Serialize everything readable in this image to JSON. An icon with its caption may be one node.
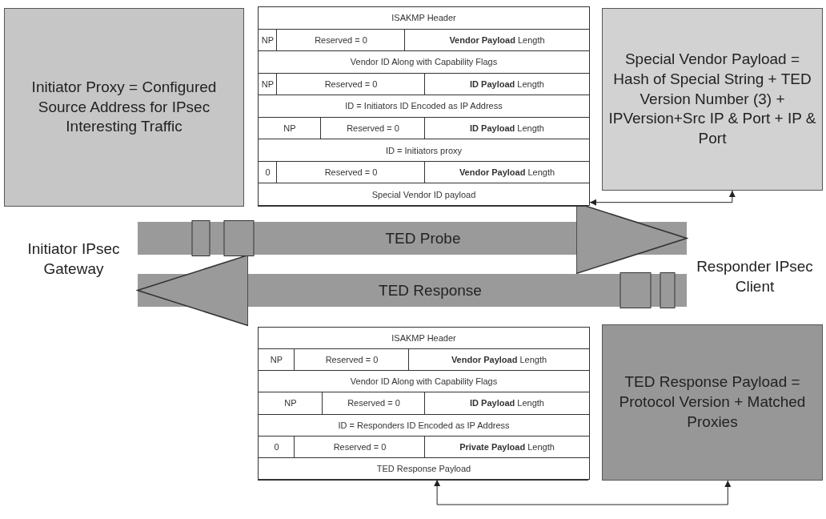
{
  "diagram": {
    "nodes": [
      {
        "text": [
          "Initiator Proxy = Configured Source Address for IPsec Interesting Traffic"
        ]
      },
      {
        "text": [],
        "shape": "box"
      },
      {
        "text": [
          "ISAKMP Header"
        ],
        "in": 1
      },
      {
        "text": [
          "NP"
        ],
        "in": 1
      },
      {
        "text": [
          "Reserved = 0"
        ],
        "in": 1
      },
      {
        "text": [
          "**Vendor Payload** Length"
        ],
        "in": 1
      },
      {
        "text": [
          "Vendor ID Along with Capability Flags"
        ],
        "in": 1
      },
      {
        "text": [
          "NP"
        ],
        "in": 1
      },
      {
        "text": [
          "Reserved = 0"
        ],
        "in": 1
      },
      {
        "text": [
          "**ID  Payload** Length"
        ],
        "in": 1
      },
      {
        "text": [
          "ID = Initiators ID Encoded as IP Address"
        ],
        "in": 1
      },
      {
        "text": [
          "NP"
        ],
        "in": 1
      },
      {
        "text": [
          "Reserved = 0"
        ],
        "in": 1
      },
      {
        "text": [
          "**ID Payload** Length"
        ],
        "in": 1
      },
      {
        "text": [
          "ID = Initiators proxy"
        ],
        "in": 1
      },
      {
        "text": [
          "0"
        ],
        "in": 1
      },
      {
        "text": [
          "Reserved = 0"
        ],
        "in": 1
      },
      {
        "text": [
          "**Vendor Payload** Length"
        ],
        "in": 1
      },
      {
        "text": [
          "Special Vendor ID payload"
        ],
        "in": 1
      },
      {
        "text": [
          "Special Vendor Payload = Hash of Special String + TED Version Number (3) + IPVersion+Src IP & Port + IP & Port"
        ]
      },
      {
        "text": [
          "Initiator IPsec Gateway"
        ]
      },
      {
        "text": [
          "Responder IPsec Client"
        ]
      },
      {
        "text": [],
        "shape": "box"
      },
      {
        "text": [
          "ISAKMP Header"
        ],
        "in": 22
      },
      {
        "text": [
          "NP"
        ],
        "in": 22
      },
      {
        "text": [
          "Reserved = 0"
        ],
        "in": 22
      },
      {
        "text": [
          "**Vendor Payload** Length"
        ],
        "in": 22
      },
      {
        "text": [
          "Vendor ID Along with Capability Flags"
        ],
        "in": 22
      },
      {
        "text": [
          "NP"
        ],
        "in": 22
      },
      {
        "text": [
          "Reserved = 0"
        ],
        "in": 22
      },
      {
        "text": [
          "**ID  Payload** Length"
        ],
        "in": 22
      },
      {
        "text": [
          "ID = Responders ID Encoded as IP Address"
        ],
        "in": 22
      },
      {
        "text": [
          "0"
        ],
        "in": 22
      },
      {
        "text": [
          "Reserved = 0"
        ],
        "in": 22
      },
      {
        "text": [
          "**Private Payload** Length"
        ],
        "in": 22
      },
      {
        "text": [
          "TED Response Payload"
        ],
        "in": 22
      },
      {
        "text": [
          "TED Response Payload = Protocol Version + Matched Proxies"
        ]
      }
    ],
    "edges": [
      {
        "from": 19,
        "to": 18,
        "arrow": "both"
      },
      {
        "from": 20,
        "to": 21,
        "arrow": "to",
        "label": "TED Probe",
        "style": "thick",
        "color": "#9a9a9a"
      },
      {
        "from": 21,
        "to": 20,
        "arrow": "to",
        "label": "TED Response",
        "style": "thick",
        "color": "#9a9a9a"
      },
      {
        "from": 35,
        "to": 36,
        "arrow": "both"
      }
    ]
  }
}
